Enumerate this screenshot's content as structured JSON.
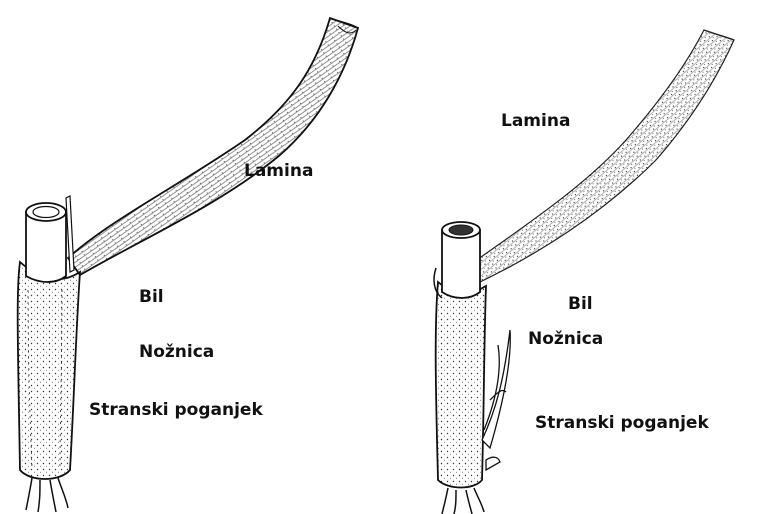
{
  "figure": {
    "panels": [
      {
        "id": "left",
        "labels": {
          "lamina": "Lamina",
          "bil": "Bil",
          "noznica": "Nožnica",
          "stranski_poganjek": "Stranski poganjek"
        }
      },
      {
        "id": "right",
        "labels": {
          "lamina": "Lamina",
          "bil": "Bil",
          "noznica": "Nožnica",
          "stranski_poganjek": "Stranski poganjek"
        }
      }
    ],
    "colors": {
      "ink": "#111111",
      "background": "#ffffff"
    }
  }
}
